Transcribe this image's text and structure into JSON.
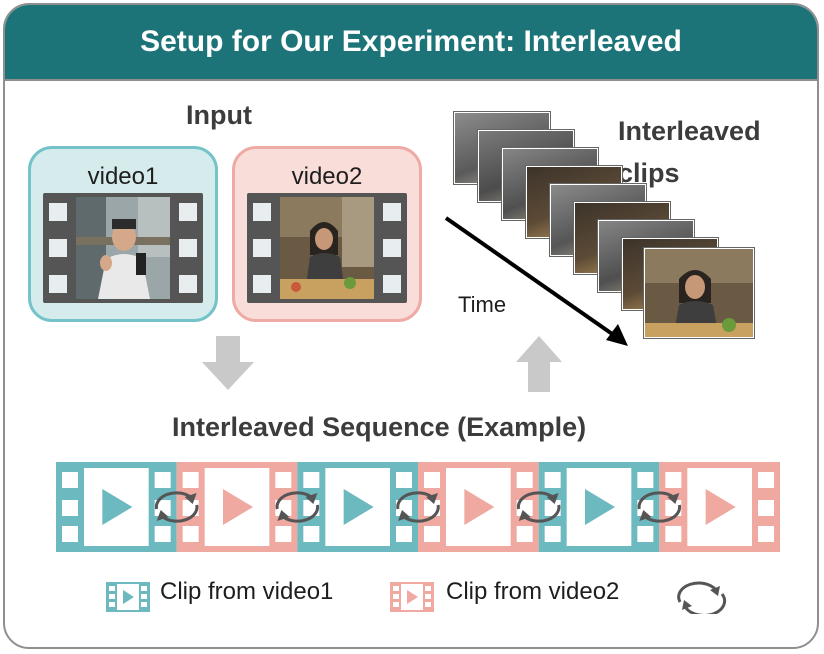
{
  "header": {
    "title": "Setup for Our Experiment: Interleaved"
  },
  "input": {
    "label": "Input",
    "videos": [
      {
        "title": "video1",
        "color": "#74c3c9"
      },
      {
        "title": "video2",
        "color": "#eeaaa4"
      }
    ]
  },
  "interleaved_clips": {
    "label_line1": "Interleaved",
    "label_line2": "clips",
    "time_label": "Time"
  },
  "sequence": {
    "label": "Interleaved Sequence (Example)",
    "clips": [
      "video1",
      "video2",
      "video1",
      "video2",
      "video1",
      "video2"
    ],
    "colors": {
      "video1": "#6cb9bf",
      "video2": "#efa9a0"
    }
  },
  "legend": {
    "video1": "Clip from video1",
    "video2": "Clip from video2"
  }
}
